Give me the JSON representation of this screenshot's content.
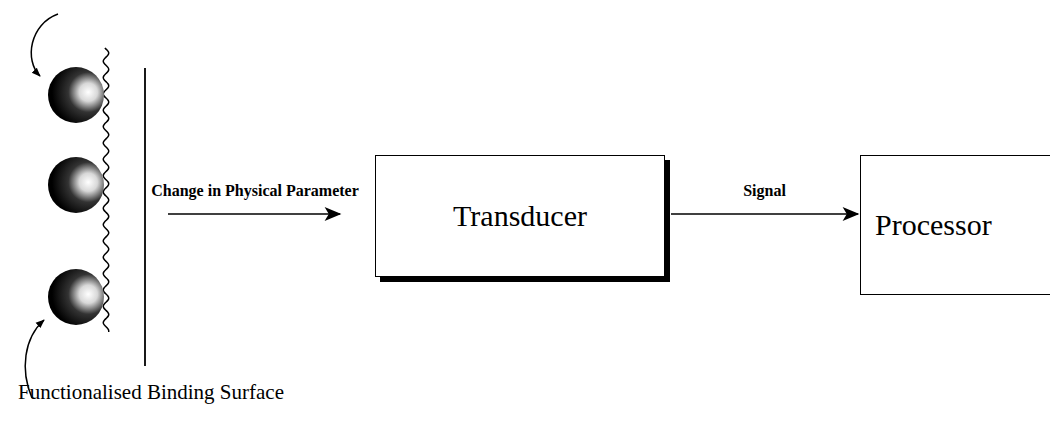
{
  "diagram": {
    "nodes": [
      {
        "text": [
          "Transducer"
        ]
      },
      {
        "text": [
          "Processor"
        ]
      }
    ],
    "edges": [
      {
        "from": 0,
        "to": 1,
        "label": "Signal",
        "arrow": "to"
      }
    ],
    "labels": [
      "Functionalised Binding Surface",
      "Change in Physical Parameter"
    ]
  }
}
